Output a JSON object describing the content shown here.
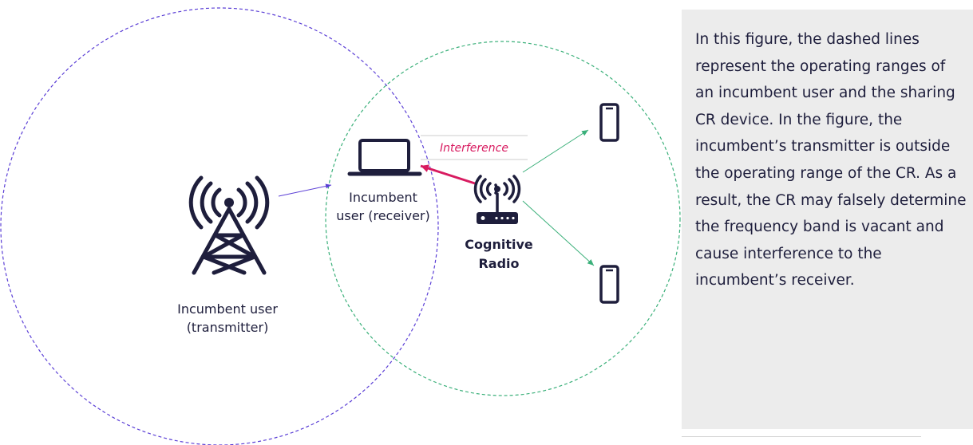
{
  "diagram": {
    "transmitter_label": "Incumbent user\n(transmitter)",
    "receiver_label": "Incumbent\nuser (receiver)",
    "cr_label": "Cognitive\nRadio",
    "interference_label": "Interference",
    "icons": [
      "cell-tower-icon",
      "laptop-icon",
      "wireless-router-icon",
      "smartphone-icon",
      "smartphone-icon"
    ],
    "colors": {
      "incumbent_range": "#5b3fd6",
      "cr_range": "#3bb07a",
      "interference": "#d81b60",
      "icon": "#1e1e3c",
      "caption_bg": "#ececec"
    }
  },
  "caption": {
    "text": "In this figure, the dashed lines represent the operating ranges of an incumbent user and the sharing CR device. In the figure, the incumbent’s transmitter is outside the operating range of the CR. As a result, the CR may falsely determine the frequency band is vacant and cause interference to the incumbent’s receiver."
  }
}
